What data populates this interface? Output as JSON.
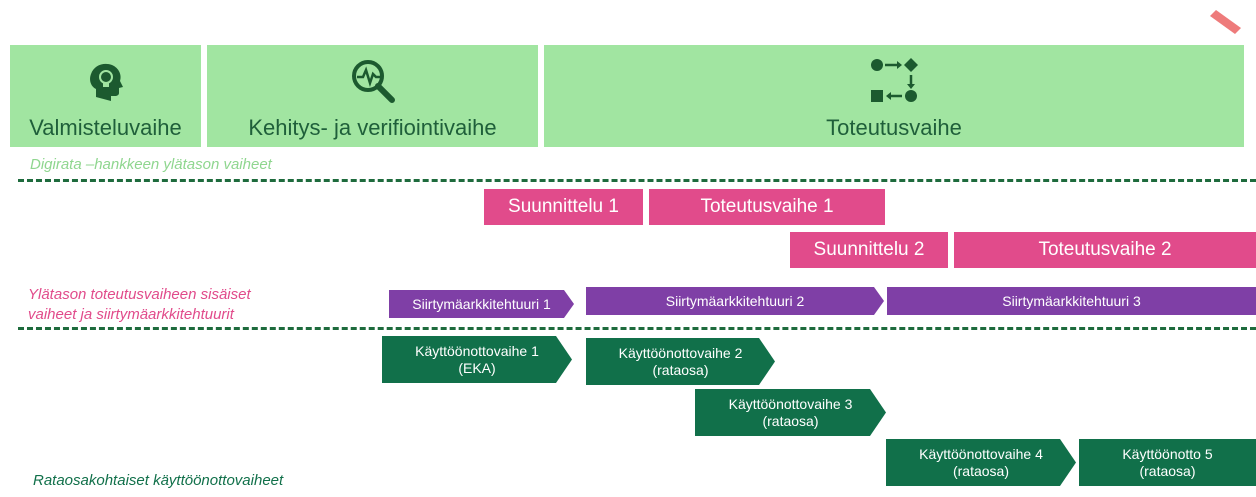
{
  "phases": [
    {
      "label": "Valmisteluvaihe",
      "icon": "head-lightbulb-icon"
    },
    {
      "label": "Kehitys- ja verifiointivaihe",
      "icon": "magnifier-pulse-icon"
    },
    {
      "label": "Toteutusvaihe",
      "icon": "process-flow-icon"
    }
  ],
  "captions": {
    "top": "Digirata –hankkeen ylätason vaiheet",
    "middle_line1": "Ylätason toteutusvaiheen sisäiset",
    "middle_line2": "vaiheet ja siirtymäarkkitehtuurit",
    "bottom": "Rataosakohtaiset käyttöönottovaiheet"
  },
  "sub_phases": [
    "Suunnittelu 1",
    "Toteutusvaihe 1",
    "Suunnittelu 2",
    "Toteutusvaihe 2"
  ],
  "architectures": [
    "Siirtymäarkkitehtuuri 1",
    "Siirtymäarkkitehtuuri 2",
    "Siirtymäarkkitehtuuri 3"
  ],
  "deployments": [
    {
      "line1": "Käyttöönottovaihe 1",
      "line2": "(EKA)"
    },
    {
      "line1": "Käyttöönottovaihe 2",
      "line2": "(rataosa)"
    },
    {
      "line1": "Käyttöönottovaihe 3",
      "line2": "(rataosa)"
    },
    {
      "line1": "Käyttöönottovaihe 4",
      "line2": "(rataosa)"
    },
    {
      "line1": "Käyttöönotto 5",
      "line2": "(rataosa)"
    }
  ],
  "colors": {
    "phase_bg": "#a1e5a1",
    "sub_phase": "#e14b8b",
    "architecture": "#7f3fa6",
    "deployment": "#11704a",
    "divider": "#1e6b3d"
  }
}
